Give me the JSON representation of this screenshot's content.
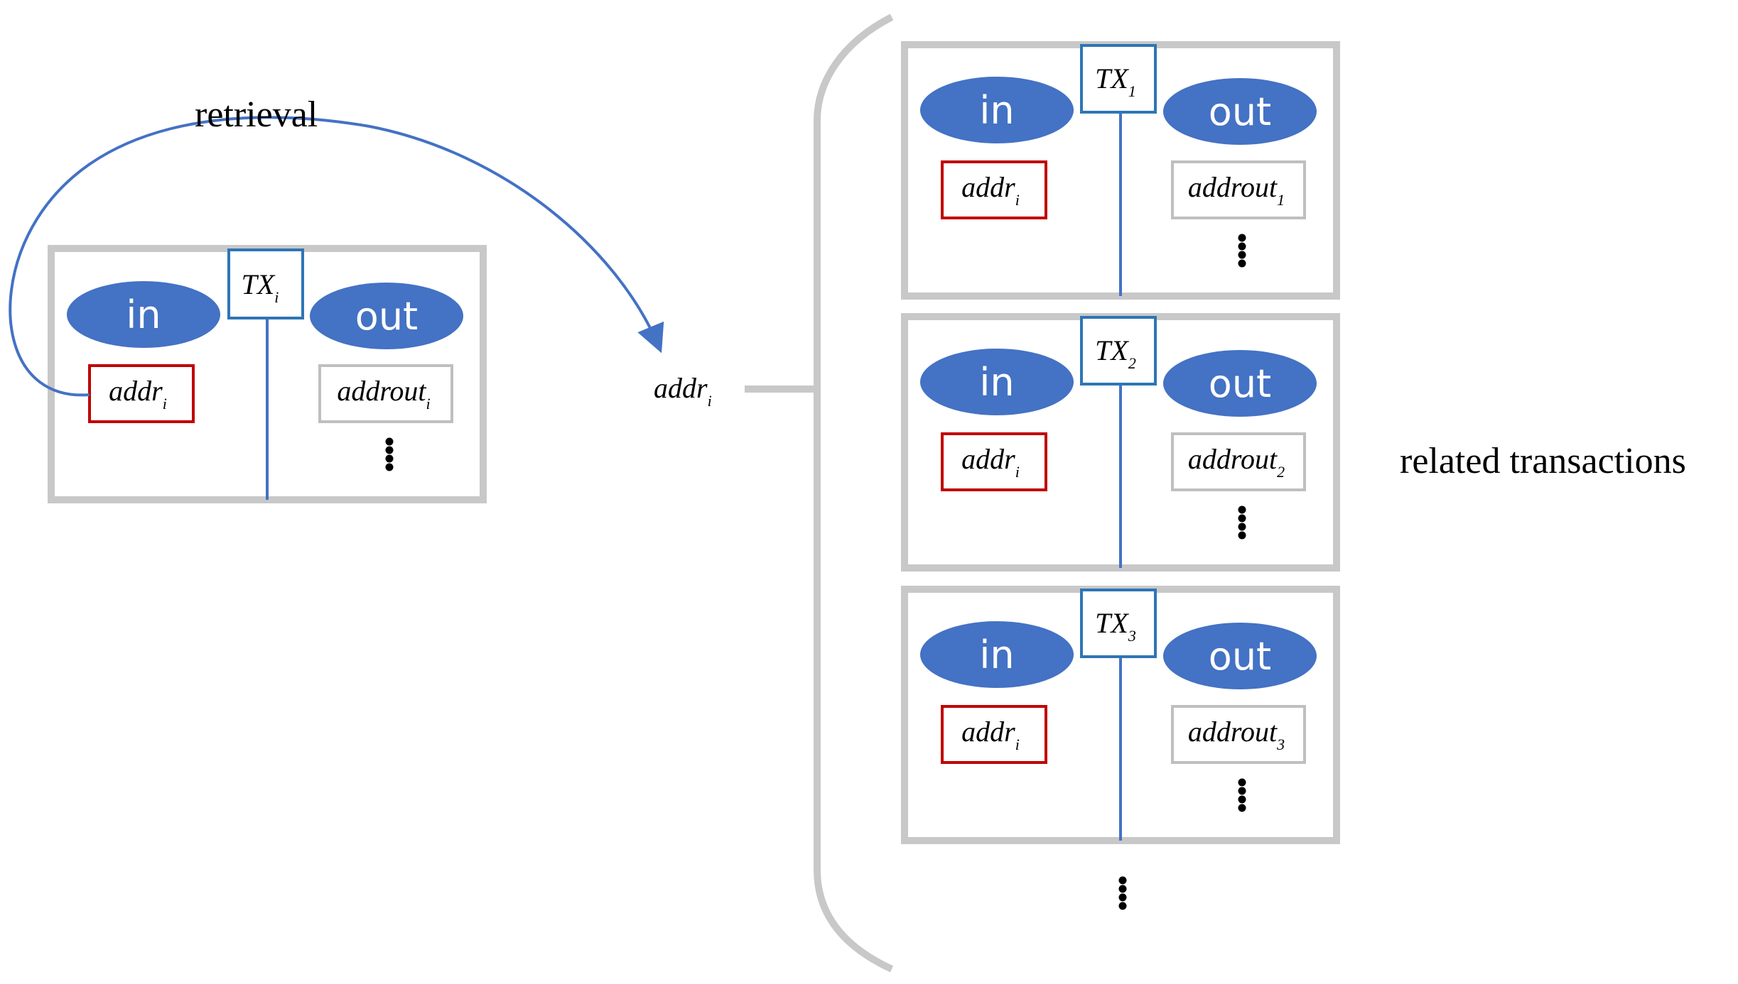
{
  "source_tx": {
    "tx_label": "TX",
    "tx_sub": "i",
    "in_label": "in",
    "out_label": "out",
    "addr_label": "addr",
    "addr_sub": "i",
    "addrout_label": "addrout",
    "addrout_sub": "i",
    "ellipsis": "⋮"
  },
  "retrieval_label": "retrieval",
  "query": {
    "label": "addr",
    "sub": "i"
  },
  "related_label": "related transactions",
  "related": [
    {
      "tx_label": "TX",
      "tx_sub": "1",
      "in_label": "in",
      "out_label": "out",
      "addr_label": "addr",
      "addr_sub": "i",
      "addrout_label": "addrout",
      "addrout_sub": "1",
      "ellipsis": "⋮"
    },
    {
      "tx_label": "TX",
      "tx_sub": "2",
      "in_label": "in",
      "out_label": "out",
      "addr_label": "addr",
      "addr_sub": "i",
      "addrout_label": "addrout",
      "addrout_sub": "2",
      "ellipsis": "⋮"
    },
    {
      "tx_label": "TX",
      "tx_sub": "3",
      "in_label": "in",
      "out_label": "out",
      "addr_label": "addr",
      "addr_sub": "i",
      "addrout_label": "addrout",
      "addrout_sub": "3",
      "ellipsis": "⋮"
    }
  ],
  "more_ellipsis": "⋮",
  "colors": {
    "frame": "#c8c8c8",
    "ellipse": "#4472c4",
    "tx_border": "#2e75b6",
    "addr_border": "#c00000",
    "addrout_border": "#bfbfbf",
    "arrow": "#4472c4",
    "text": "#000000"
  }
}
